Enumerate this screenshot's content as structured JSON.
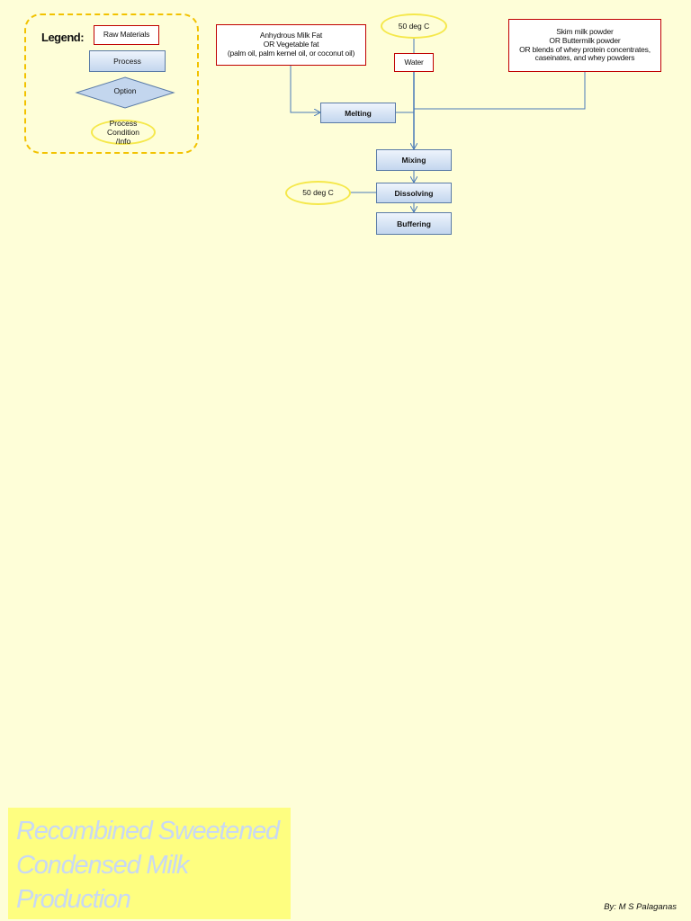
{
  "legend": {
    "title": "Legend:",
    "raw_materials": "Raw Materials",
    "process": "Process",
    "option": "Option",
    "condition_lines": [
      "Process",
      "Condition",
      "/Info"
    ]
  },
  "raw": {
    "fat_lines": [
      "Anhydrous Milk Fat",
      "OR Vegetable fat",
      "(palm oil, palm kernel oil, or coconut oil)"
    ],
    "water": "Water",
    "powder_lines": [
      "Skim milk powder",
      "OR Buttermilk powder",
      "OR blends of whey protein concentrates,",
      "caseinates, and whey powders"
    ]
  },
  "conditions": {
    "water_temp": "50 deg C",
    "dissolving_temp": "50 deg C"
  },
  "processes": {
    "melting": "Melting",
    "mixing": "Mixing",
    "dissolving": "Dissolving",
    "buffering": "Buffering"
  },
  "title_lines": [
    "Recombined Sweetened",
    "Condensed Milk",
    "Production"
  ],
  "author": "By: M S Palaganas",
  "colors": {
    "background": "#fefed8",
    "raw_border": "#c00000",
    "process_fill": "#c3d6ee",
    "condition_border": "#f5e84b",
    "line": "#4a7ab8"
  }
}
